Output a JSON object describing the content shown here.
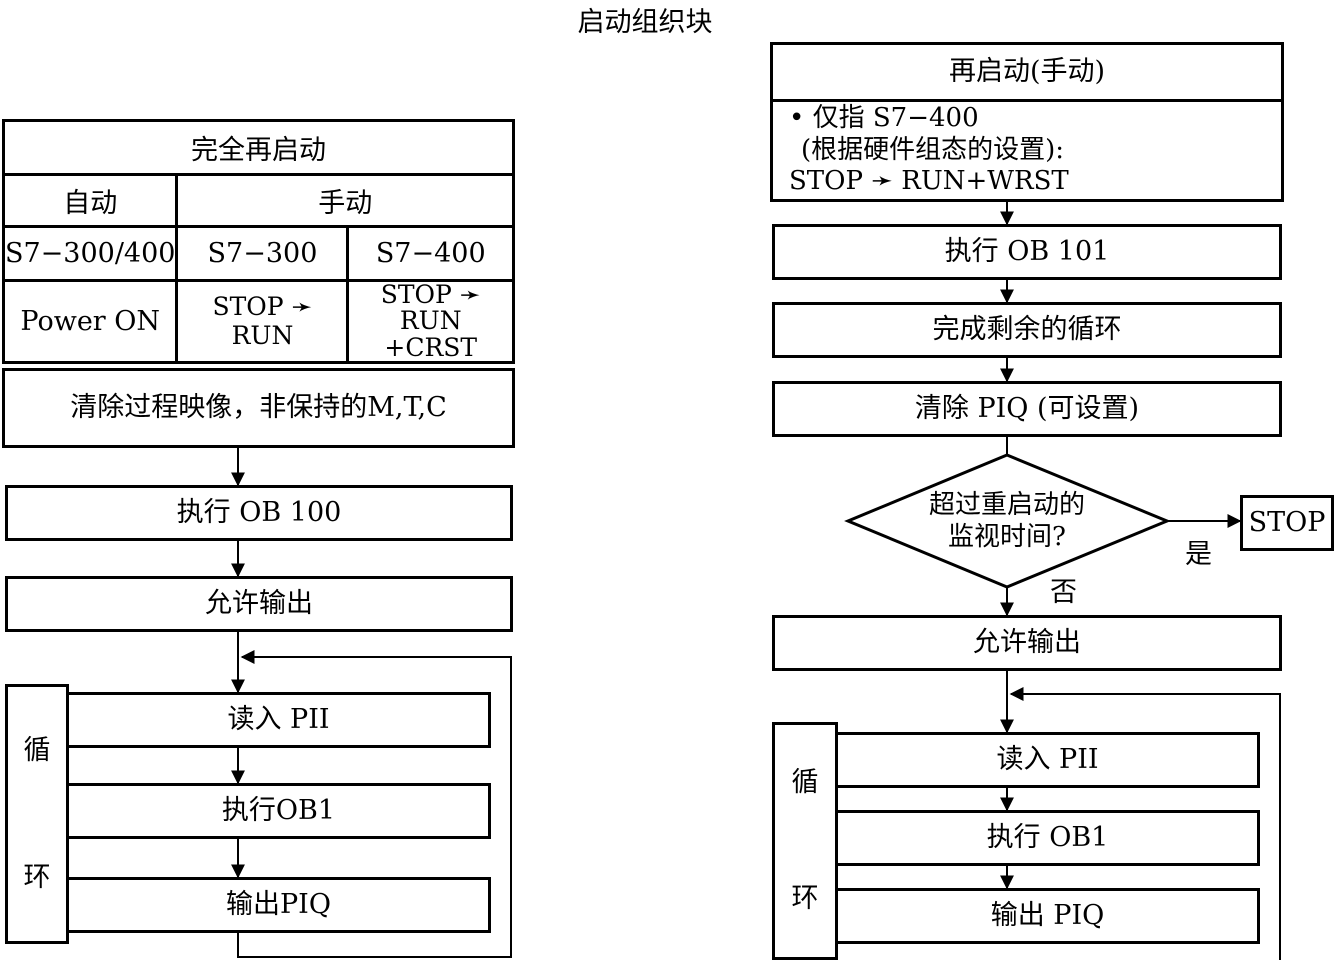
{
  "title": "启动组织块",
  "full_restart": {
    "header": "完全再启动",
    "col_auto": "自动",
    "col_manual": "手动",
    "models": [
      "S7−300/400",
      "S7−300",
      "S7−400"
    ],
    "triggers": [
      "Power ON",
      "STOP ➛ RUN",
      "STOP ➛ RUN",
      "+CRST"
    ]
  },
  "left_flow": {
    "clear": "清除过程映像，非保持的M,T,C",
    "exec_ob100": "执行 OB 100",
    "enable_output": "允许输出",
    "loop_label_top": "循",
    "loop_label_bottom": "环",
    "read_pii": "读入 PII",
    "exec_ob1": "执行OB1",
    "output_piq": "输出PIQ"
  },
  "restart_manual": {
    "header": "再启动(手动)",
    "line1": "仅指 S7−400",
    "line2": "(根据硬件组态的设置):",
    "line3": "STOP ➛ RUN+WRST"
  },
  "right_flow": {
    "exec_ob101": "执行 OB 101",
    "finish_cycle": "完成剩余的循环",
    "clear_piq": "清除 PIQ (可设置)",
    "decision_line1": "超过重启动的",
    "decision_line2": "监视时间?",
    "yes": "是",
    "no": "否",
    "stop": "STOP",
    "enable_output": "允许输出",
    "loop_label_top": "循",
    "loop_label_bottom": "环",
    "read_pii": "读入 PII",
    "exec_ob1": "执行 OB1",
    "output_piq": "输出 PIQ"
  }
}
